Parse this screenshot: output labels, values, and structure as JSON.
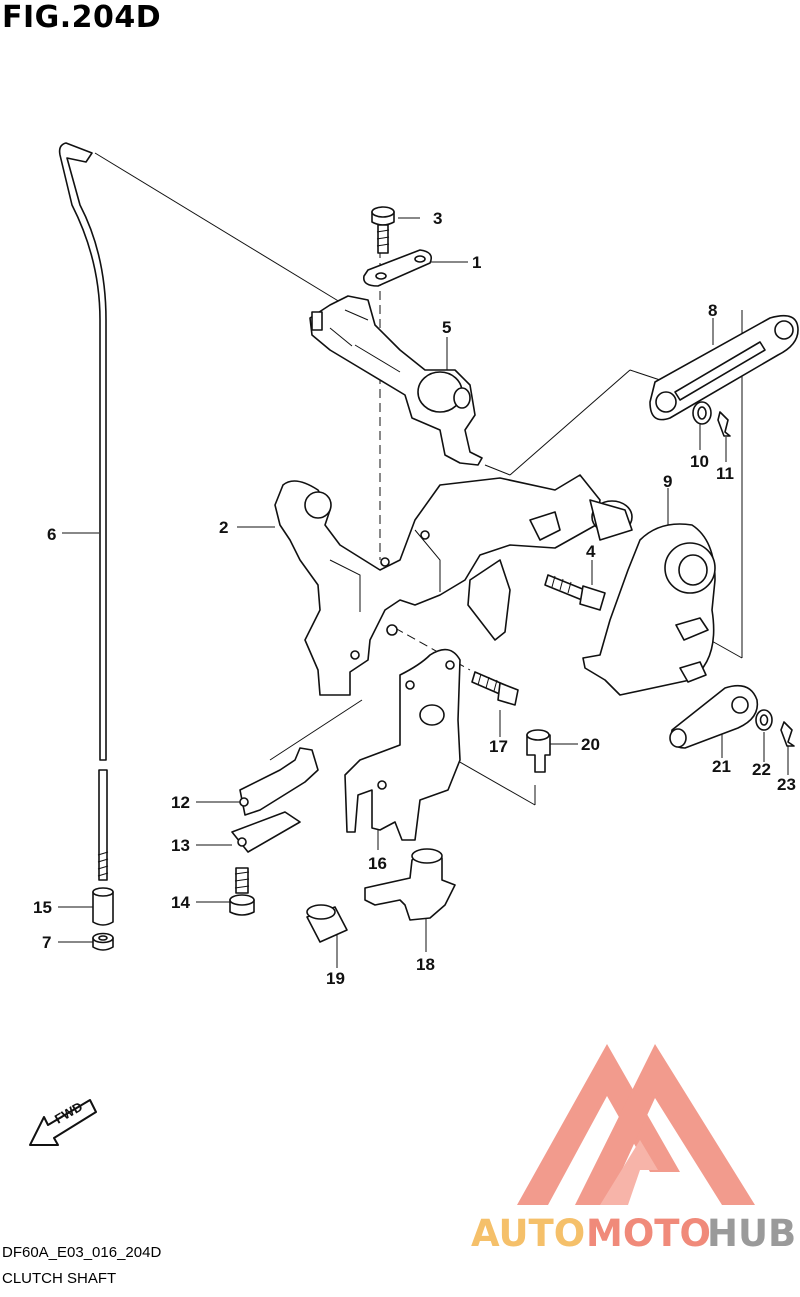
{
  "figure": {
    "title": "FIG.204D",
    "code": "DF60A_E03_016_204D",
    "name": "CLUTCH SHAFT"
  },
  "callouts": [
    "1",
    "2",
    "3",
    "4",
    "5",
    "6",
    "7",
    "8",
    "9",
    "10",
    "11",
    "12",
    "13",
    "14",
    "15",
    "16",
    "17",
    "18",
    "19",
    "20",
    "21",
    "22",
    "23"
  ],
  "fwd_label": "FWD",
  "watermark": {
    "text_auto": "AUTO",
    "text_moto": "MOTO",
    "text_hub": "HUB",
    "colors": {
      "auto": "#f5c06a",
      "moto": "#f08a7a",
      "hub": "#9a9a9a",
      "logo": "#f08a7a"
    }
  }
}
